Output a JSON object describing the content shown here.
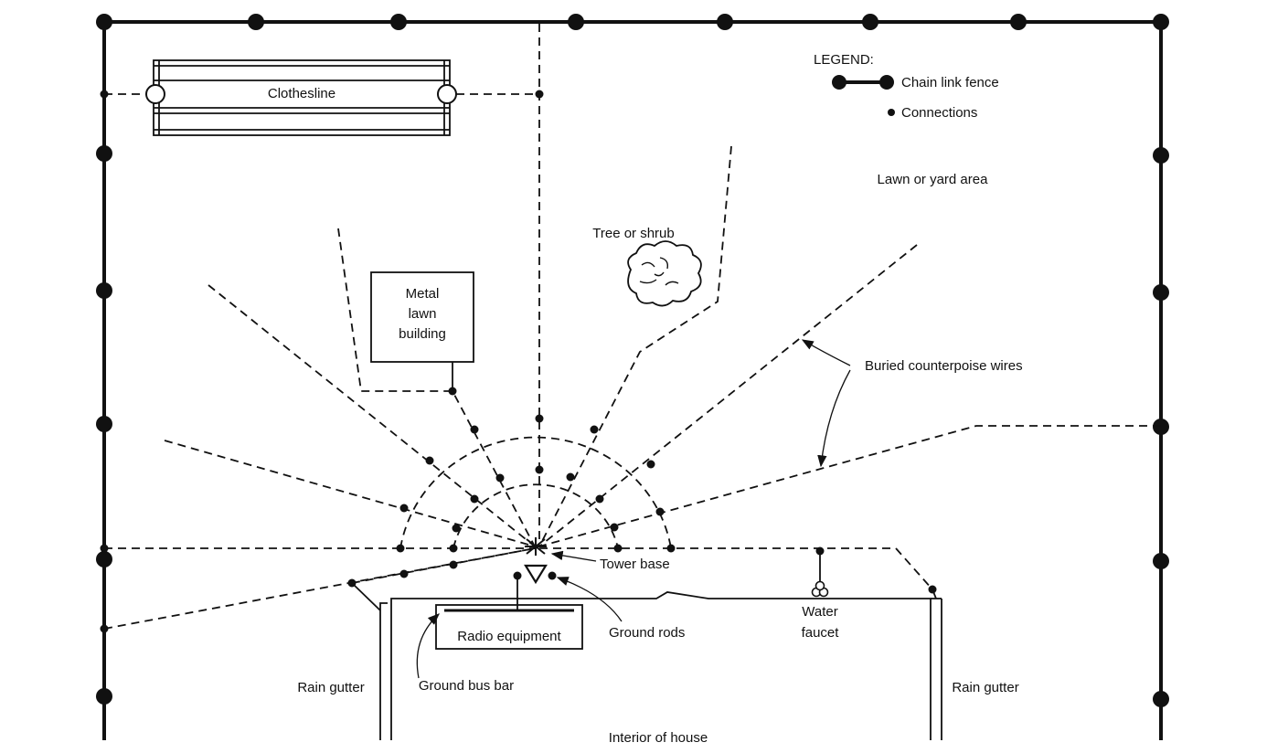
{
  "labels": {
    "legend_title": "LEGEND:",
    "legend_fence": "Chain link fence",
    "legend_connections": "Connections",
    "clothesline": "Clothesline",
    "lawn": "Lawn or yard area",
    "tree": "Tree or shrub",
    "metal_building_1": "Metal",
    "metal_building_2": "lawn",
    "metal_building_3": "building",
    "counterpoise": "Buried counterpoise wires",
    "tower_base": "Tower base",
    "ground_rods": "Ground rods",
    "water_faucet_1": "Water",
    "water_faucet_2": "faucet",
    "radio_equipment": "Radio equipment",
    "ground_bus_bar": "Ground bus bar",
    "rain_gutter_left": "Rain gutter",
    "rain_gutter_right": "Rain gutter",
    "interior": "Interior of house"
  }
}
